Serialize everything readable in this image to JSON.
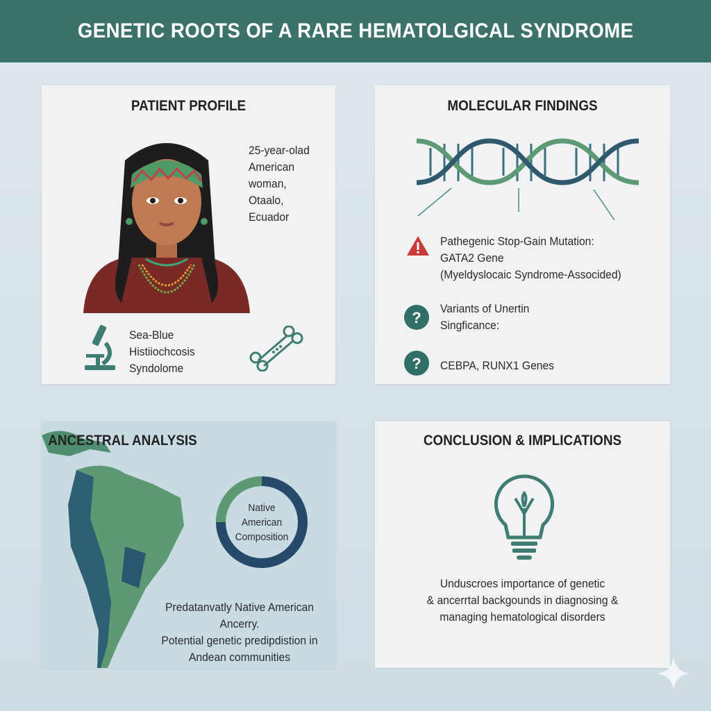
{
  "title": "GENETIC ROOTS OF A RARE HEMATOLGICAL SYNDROME",
  "patient": {
    "title": "PATIENT PROFILE",
    "lines": [
      "25-year-olad",
      "American woman,",
      "Otaalo,",
      "Ecuador"
    ],
    "diagnosis": [
      "Sea-Blue",
      "Histiiochcosis",
      "Syndolome"
    ]
  },
  "molecular": {
    "title": "MOLECULAR FINDINGS",
    "pathogenic": [
      "Pathegenic Stop-Gain Mutation:",
      "GATA2 Gene",
      "(Myeldyslocaic Syndrome-Associded)"
    ],
    "vus": [
      "Variants of Unertin",
      "Singficance:"
    ],
    "genes": "CEBPA, RUNX1 Genes"
  },
  "ancestral": {
    "title": "ANCESTRAL ANALYSIS",
    "donut_label": [
      "Native",
      "American",
      "Composition"
    ],
    "donut_fraction_green": 0.25,
    "caption": [
      "Predatanvatly Native American Ancerry.",
      "Potential genetic predipdistion in",
      "Andean communities"
    ]
  },
  "conclusion": {
    "title": "CONCLUSION & IMPLICATIONS",
    "text": [
      "Unduscroes importance of genetic",
      "& ancerrtal backgounds in diagnosing &",
      "managing hematological disorders"
    ]
  },
  "colors": {
    "header": "#3d726a",
    "teal": "#3f7d72",
    "navy": "#274a6a",
    "green": "#5d9a73",
    "alert": "#c83a3a"
  }
}
